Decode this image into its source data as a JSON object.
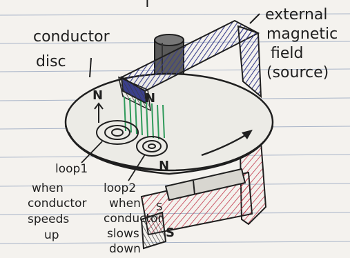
{
  "labels": {
    "top_fragment": "f",
    "conductor_line1": "conductor",
    "conductor_line2": "disc",
    "field_line1": "external",
    "field_line2": "magnetic",
    "field_line3": "field",
    "field_line4": "(source)",
    "loop1": "loop1",
    "loop1_note_line1": "when",
    "loop1_note_line2": "conductor",
    "loop1_note_line3": "speeds",
    "loop1_note_line4": "up",
    "loop2": "loop2",
    "loop2_note_line1": "when",
    "loop2_note_line2": "conductor",
    "loop2_note_line3": "slows",
    "loop2_note_line4": "down"
  },
  "poles": {
    "north_top": "N",
    "north_right": "N",
    "north_disc": "N",
    "south": "S",
    "south_side": "S"
  },
  "colors": {
    "paper": "#f4f2ee",
    "ruled_line": "#a8b4c8",
    "ink": "#1f1f1f",
    "magnet_blue": "#3a3f8c",
    "magnet_red": "#c2364a",
    "field_green": "#2f9a5a",
    "axle_gray": "#555555"
  }
}
